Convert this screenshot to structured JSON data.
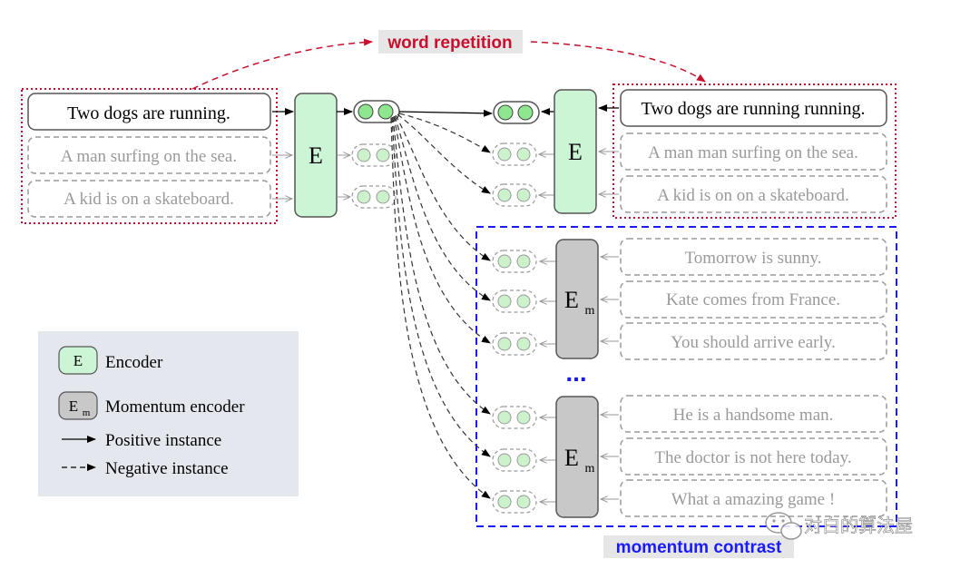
{
  "title_top": "word repetition",
  "title_bottom": "momentum contrast",
  "encoder_symbol": "E",
  "momentum_symbol": "E",
  "momentum_subscript": "m",
  "left_sentences": [
    "Two dogs are running.",
    "A man surfing on the sea.",
    "A kid is on a skateboard."
  ],
  "right_sentences": [
    "Two dogs are running running.",
    "A man man surfing on the sea.",
    "A kid is on on a skateboard."
  ],
  "momentum_group1": [
    "Tomorrow is sunny.",
    "Kate comes from France.",
    "You should arrive early."
  ],
  "momentum_group2": [
    "He is a handsome man.",
    "The doctor is not here today.",
    "What a amazing game !"
  ],
  "ellipsis": "...",
  "legend": {
    "encoder_label": "Encoder",
    "momentum_label": "Momentum encoder",
    "positive_label": "Positive instance",
    "negative_label": "Negative instance"
  },
  "watermark": "对白的算法屋",
  "colors": {
    "encoder_fill": "#ccf5d6",
    "momentum_fill": "#c8c8c8",
    "node_fill": "#8ee68e",
    "red": "#c8102e",
    "blue": "#1a1aff",
    "gray_text": "#9a9a9a",
    "legend_bg": "#e4e8ee",
    "title_bg": "#e6e6e6"
  }
}
